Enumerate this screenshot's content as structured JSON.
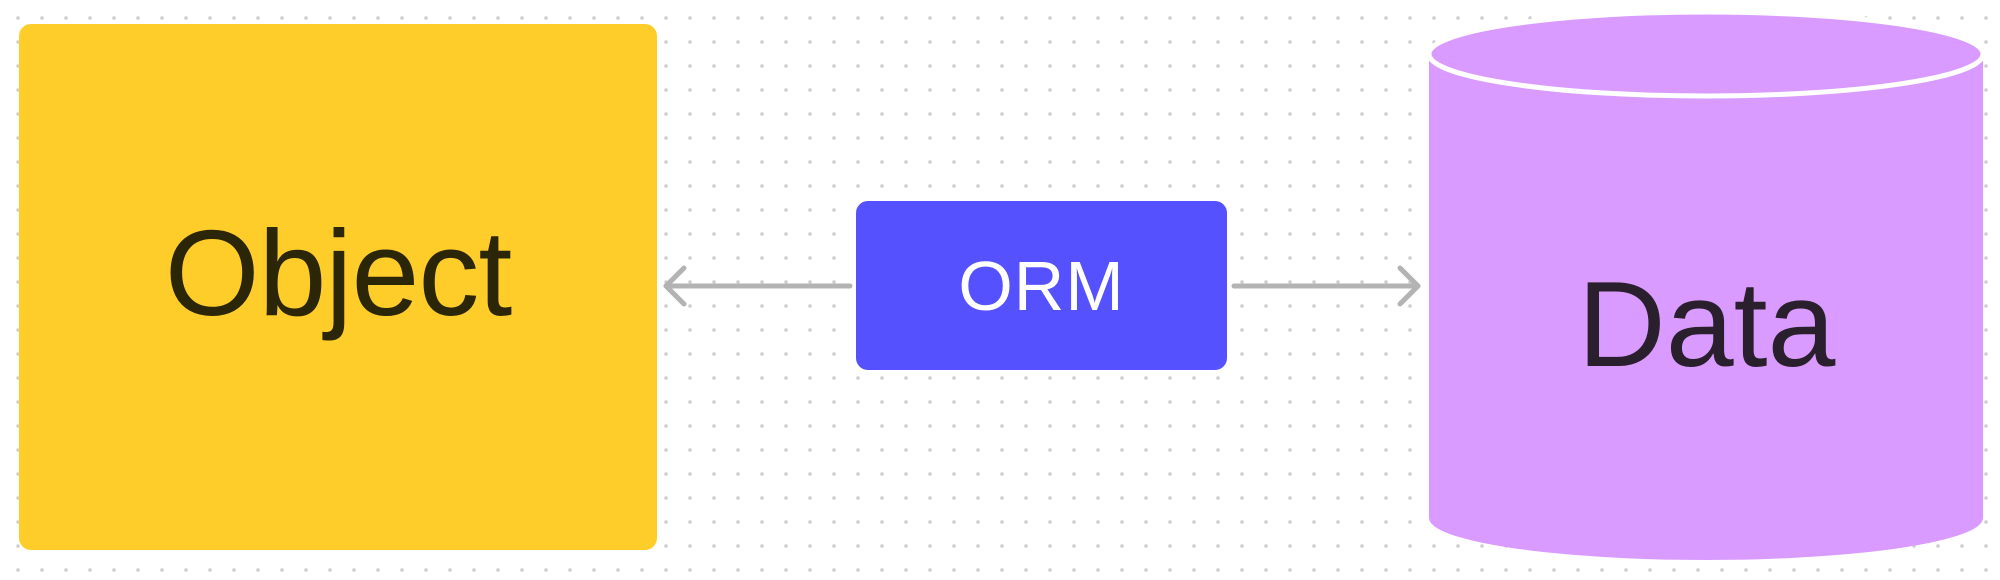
{
  "diagram": {
    "nodes": {
      "object": {
        "label": "Object",
        "fill": "#FFCD29",
        "text_color": "#2C2608"
      },
      "orm": {
        "label": "ORM",
        "fill": "#5551FF",
        "text_color": "#FFFFFF"
      },
      "data": {
        "label": "Data",
        "fill": "#D99BFF",
        "text_color": "#2A1F2C",
        "shape": "cylinder"
      }
    },
    "edges": [
      {
        "from": "orm",
        "to": "object",
        "arrowhead": "end"
      },
      {
        "from": "orm",
        "to": "data",
        "arrowhead": "end"
      }
    ],
    "connector_color": "#B3B3B3",
    "background": {
      "color": "#FFFFFF",
      "dot_color": "#CFCFCF",
      "pattern": "dot-grid"
    }
  }
}
